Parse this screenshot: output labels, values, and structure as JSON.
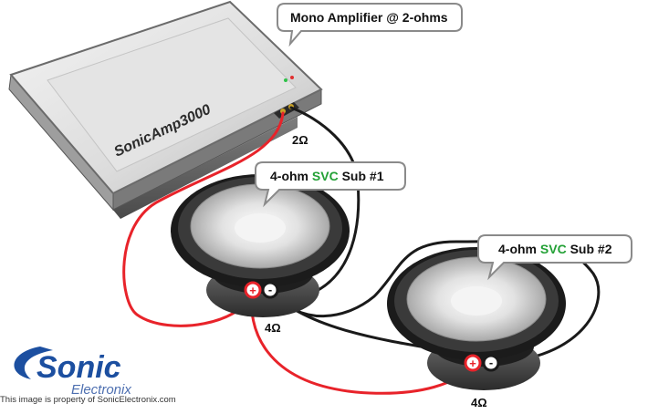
{
  "amplifier": {
    "callout": "Mono Amplifier @ 2-ohms",
    "brand": "SonicAmp3000",
    "load": "2Ω"
  },
  "subs": [
    {
      "callout_prefix": "4-ohm ",
      "callout_highlight": "SVC",
      "callout_suffix": " Sub #1",
      "impedance": "4Ω"
    },
    {
      "callout_prefix": "4-ohm ",
      "callout_highlight": "SVC",
      "callout_suffix": " Sub #2",
      "impedance": "4Ω"
    }
  ],
  "terminals": {
    "positive": "+",
    "negative": "-"
  },
  "logo": {
    "word": "Sonic",
    "sub": "Electronix"
  },
  "credit": "This image is property of SonicElectronix.com",
  "colors": {
    "positive_wire": "#e8232a",
    "negative_wire": "#1a1a1a",
    "svc_highlight": "#22a035",
    "logo_blue": "#1c4fa0"
  }
}
